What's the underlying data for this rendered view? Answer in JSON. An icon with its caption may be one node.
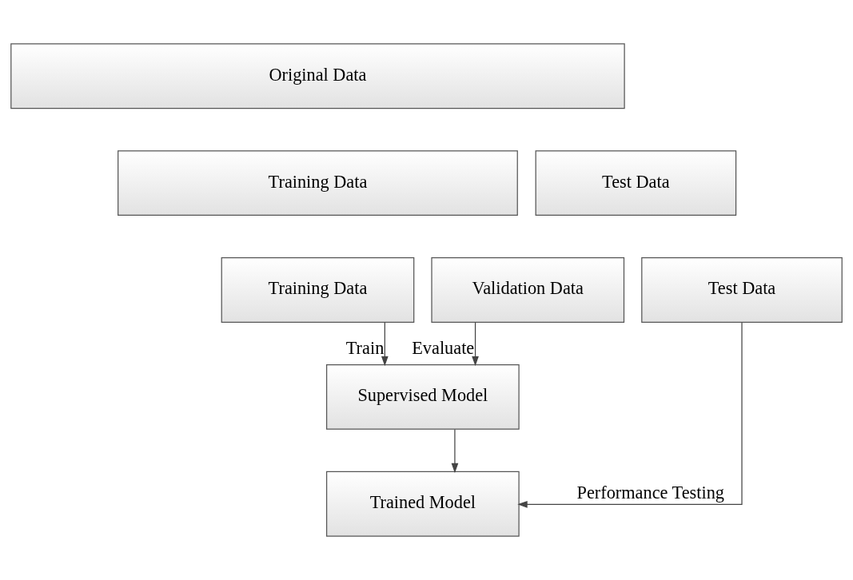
{
  "diagram": {
    "nodes": [
      {
        "text": [
          "Original Data"
        ]
      },
      {
        "text": [
          "Training Data"
        ]
      },
      {
        "text": [
          "Test Data"
        ]
      },
      {
        "text": [
          "Training Data"
        ]
      },
      {
        "text": [
          "Validation Data"
        ]
      },
      {
        "text": [
          "Test Data"
        ]
      },
      {
        "text": [
          "Supervised Model"
        ]
      },
      {
        "text": [
          "Trained Model"
        ]
      }
    ],
    "edges": [
      {
        "from": 3,
        "to": 6,
        "arrow": "to",
        "label": "Train"
      },
      {
        "from": 4,
        "to": 6,
        "arrow": "to",
        "label": "Evaluate"
      },
      {
        "from": 6,
        "to": 7,
        "arrow": "to"
      },
      {
        "from": 5,
        "to": 7,
        "arrow": "to",
        "label": "Performance Testing"
      }
    ]
  }
}
